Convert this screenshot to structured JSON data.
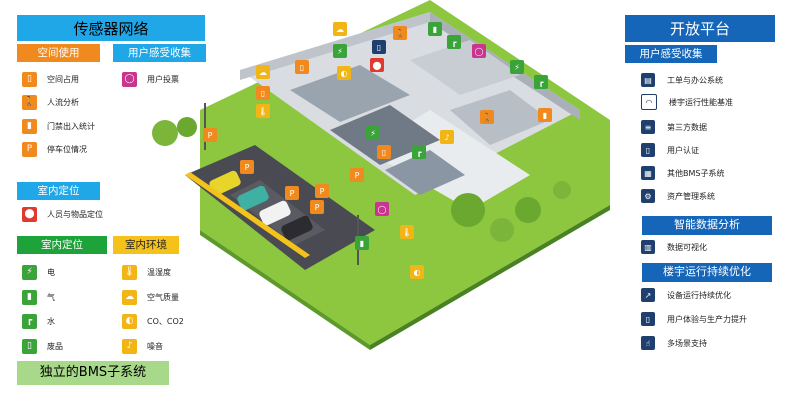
{
  "left": {
    "title": "传感器网络",
    "space_use": {
      "header": "空间使用",
      "items": [
        {
          "label": "空间占用",
          "icon": "room-occupancy-icon"
        },
        {
          "label": "人流分析",
          "icon": "person-walking-icon"
        },
        {
          "label": "门禁出入统计",
          "icon": "door-icon"
        },
        {
          "label": "停车位情况",
          "icon": "parking-icon"
        }
      ]
    },
    "feedback": {
      "header": "用户感受收集",
      "items": [
        {
          "label": "用户投票",
          "icon": "speech-bubble-icon"
        }
      ]
    },
    "indoor_location": {
      "header": "室内定位",
      "items": [
        {
          "label": "人员与物品定位",
          "icon": "map-pin-icon"
        }
      ]
    },
    "utilities": {
      "header": "室内定位",
      "items": [
        {
          "label": "电",
          "icon": "plug-icon"
        },
        {
          "label": "气",
          "icon": "gas-cylinder-icon"
        },
        {
          "label": "水",
          "icon": "faucet-icon"
        },
        {
          "label": "废品",
          "icon": "bin-icon"
        }
      ]
    },
    "environment": {
      "header": "室内环境",
      "items": [
        {
          "label": "温湿度",
          "icon": "thermometer-icon"
        },
        {
          "label": "空气质量",
          "icon": "cloud-icon"
        },
        {
          "label": "CO、CO2",
          "icon": "co2-icon"
        },
        {
          "label": "噪音",
          "icon": "sound-icon"
        }
      ]
    },
    "footer": "独立的BMS子系统"
  },
  "right": {
    "title": "开放平台",
    "feedback": {
      "header": "用户感受收集",
      "items": [
        {
          "label": "工单与办公系统",
          "icon": "workorder-icon"
        },
        {
          "label": "楼宇运行性能基准",
          "icon": "gauge-icon"
        },
        {
          "label": "第三方数据",
          "icon": "document-icon"
        },
        {
          "label": "用户认证",
          "icon": "user-auth-icon"
        },
        {
          "label": "其他BMS子系统",
          "icon": "building-icon"
        },
        {
          "label": "资产管理系统",
          "icon": "asset-icon"
        }
      ]
    },
    "analytics": {
      "header": "智能数据分析",
      "items": [
        {
          "label": "数据可视化",
          "icon": "bar-chart-icon"
        }
      ]
    },
    "optimization": {
      "header": "楼宇运行持续优化",
      "items": [
        {
          "label": "设备运行持续优化",
          "icon": "trend-icon"
        },
        {
          "label": "用户体验与生产力提升",
          "icon": "mobile-icon"
        },
        {
          "label": "多场景支持",
          "icon": "pointer-icon"
        }
      ]
    }
  },
  "colors": {
    "blue": "#1e90d8",
    "dark_blue": "#1565b8",
    "orange": "#f08a1e",
    "green": "#1ea33a",
    "light_green": "#a8d88a",
    "yellow_header": "#f5c21b",
    "magenta": "#c9358f",
    "red": "#e03a2f",
    "gold": "#f2b516"
  }
}
